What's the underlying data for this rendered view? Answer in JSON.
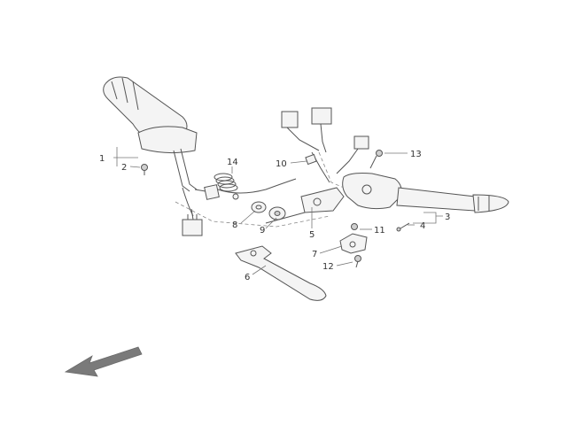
{
  "diagram": {
    "callouts": [
      "1",
      "2",
      "3",
      "4",
      "5",
      "6",
      "7",
      "8",
      "9",
      "10",
      "11",
      "12",
      "13",
      "14"
    ],
    "colors": {
      "line": "#555555",
      "part_fill": "#f4f4f4",
      "arrow": "#7a7a7a",
      "text": "#333333"
    },
    "icons": {
      "direction_arrow": "front-direction-arrow-icon"
    }
  }
}
